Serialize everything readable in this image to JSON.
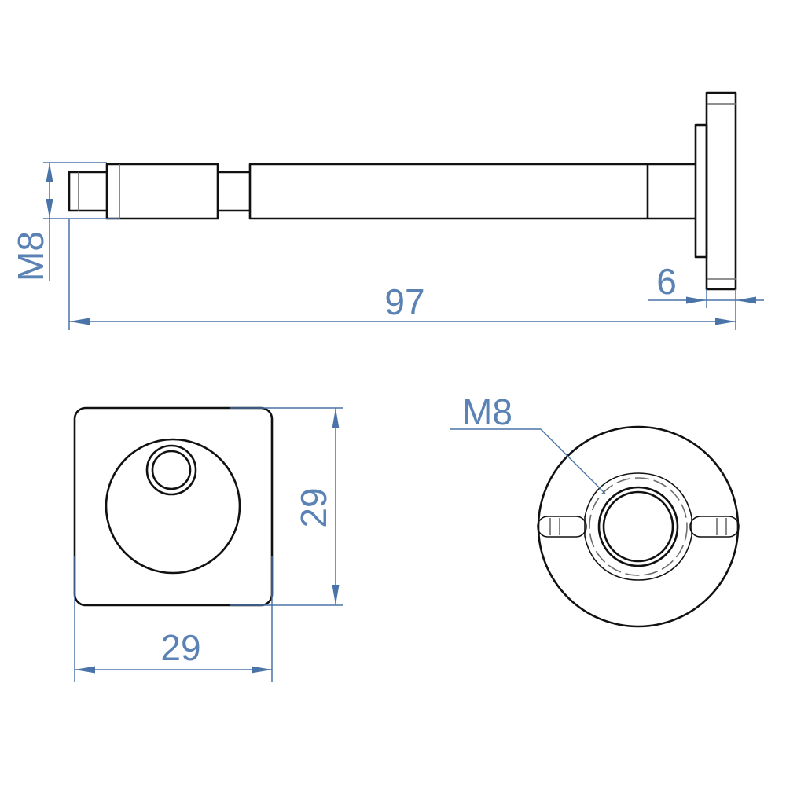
{
  "colors": {
    "outline": "#111111",
    "dimension": "#4a74a8",
    "dimension_text": "#5b82b4",
    "background": "#ffffff"
  },
  "side_view": {
    "thread_label": "M8",
    "length_label": "97",
    "plate_label": "6"
  },
  "front_view": {
    "height_label": "29",
    "width_label": "29"
  },
  "end_view": {
    "thread_label": "M8"
  }
}
